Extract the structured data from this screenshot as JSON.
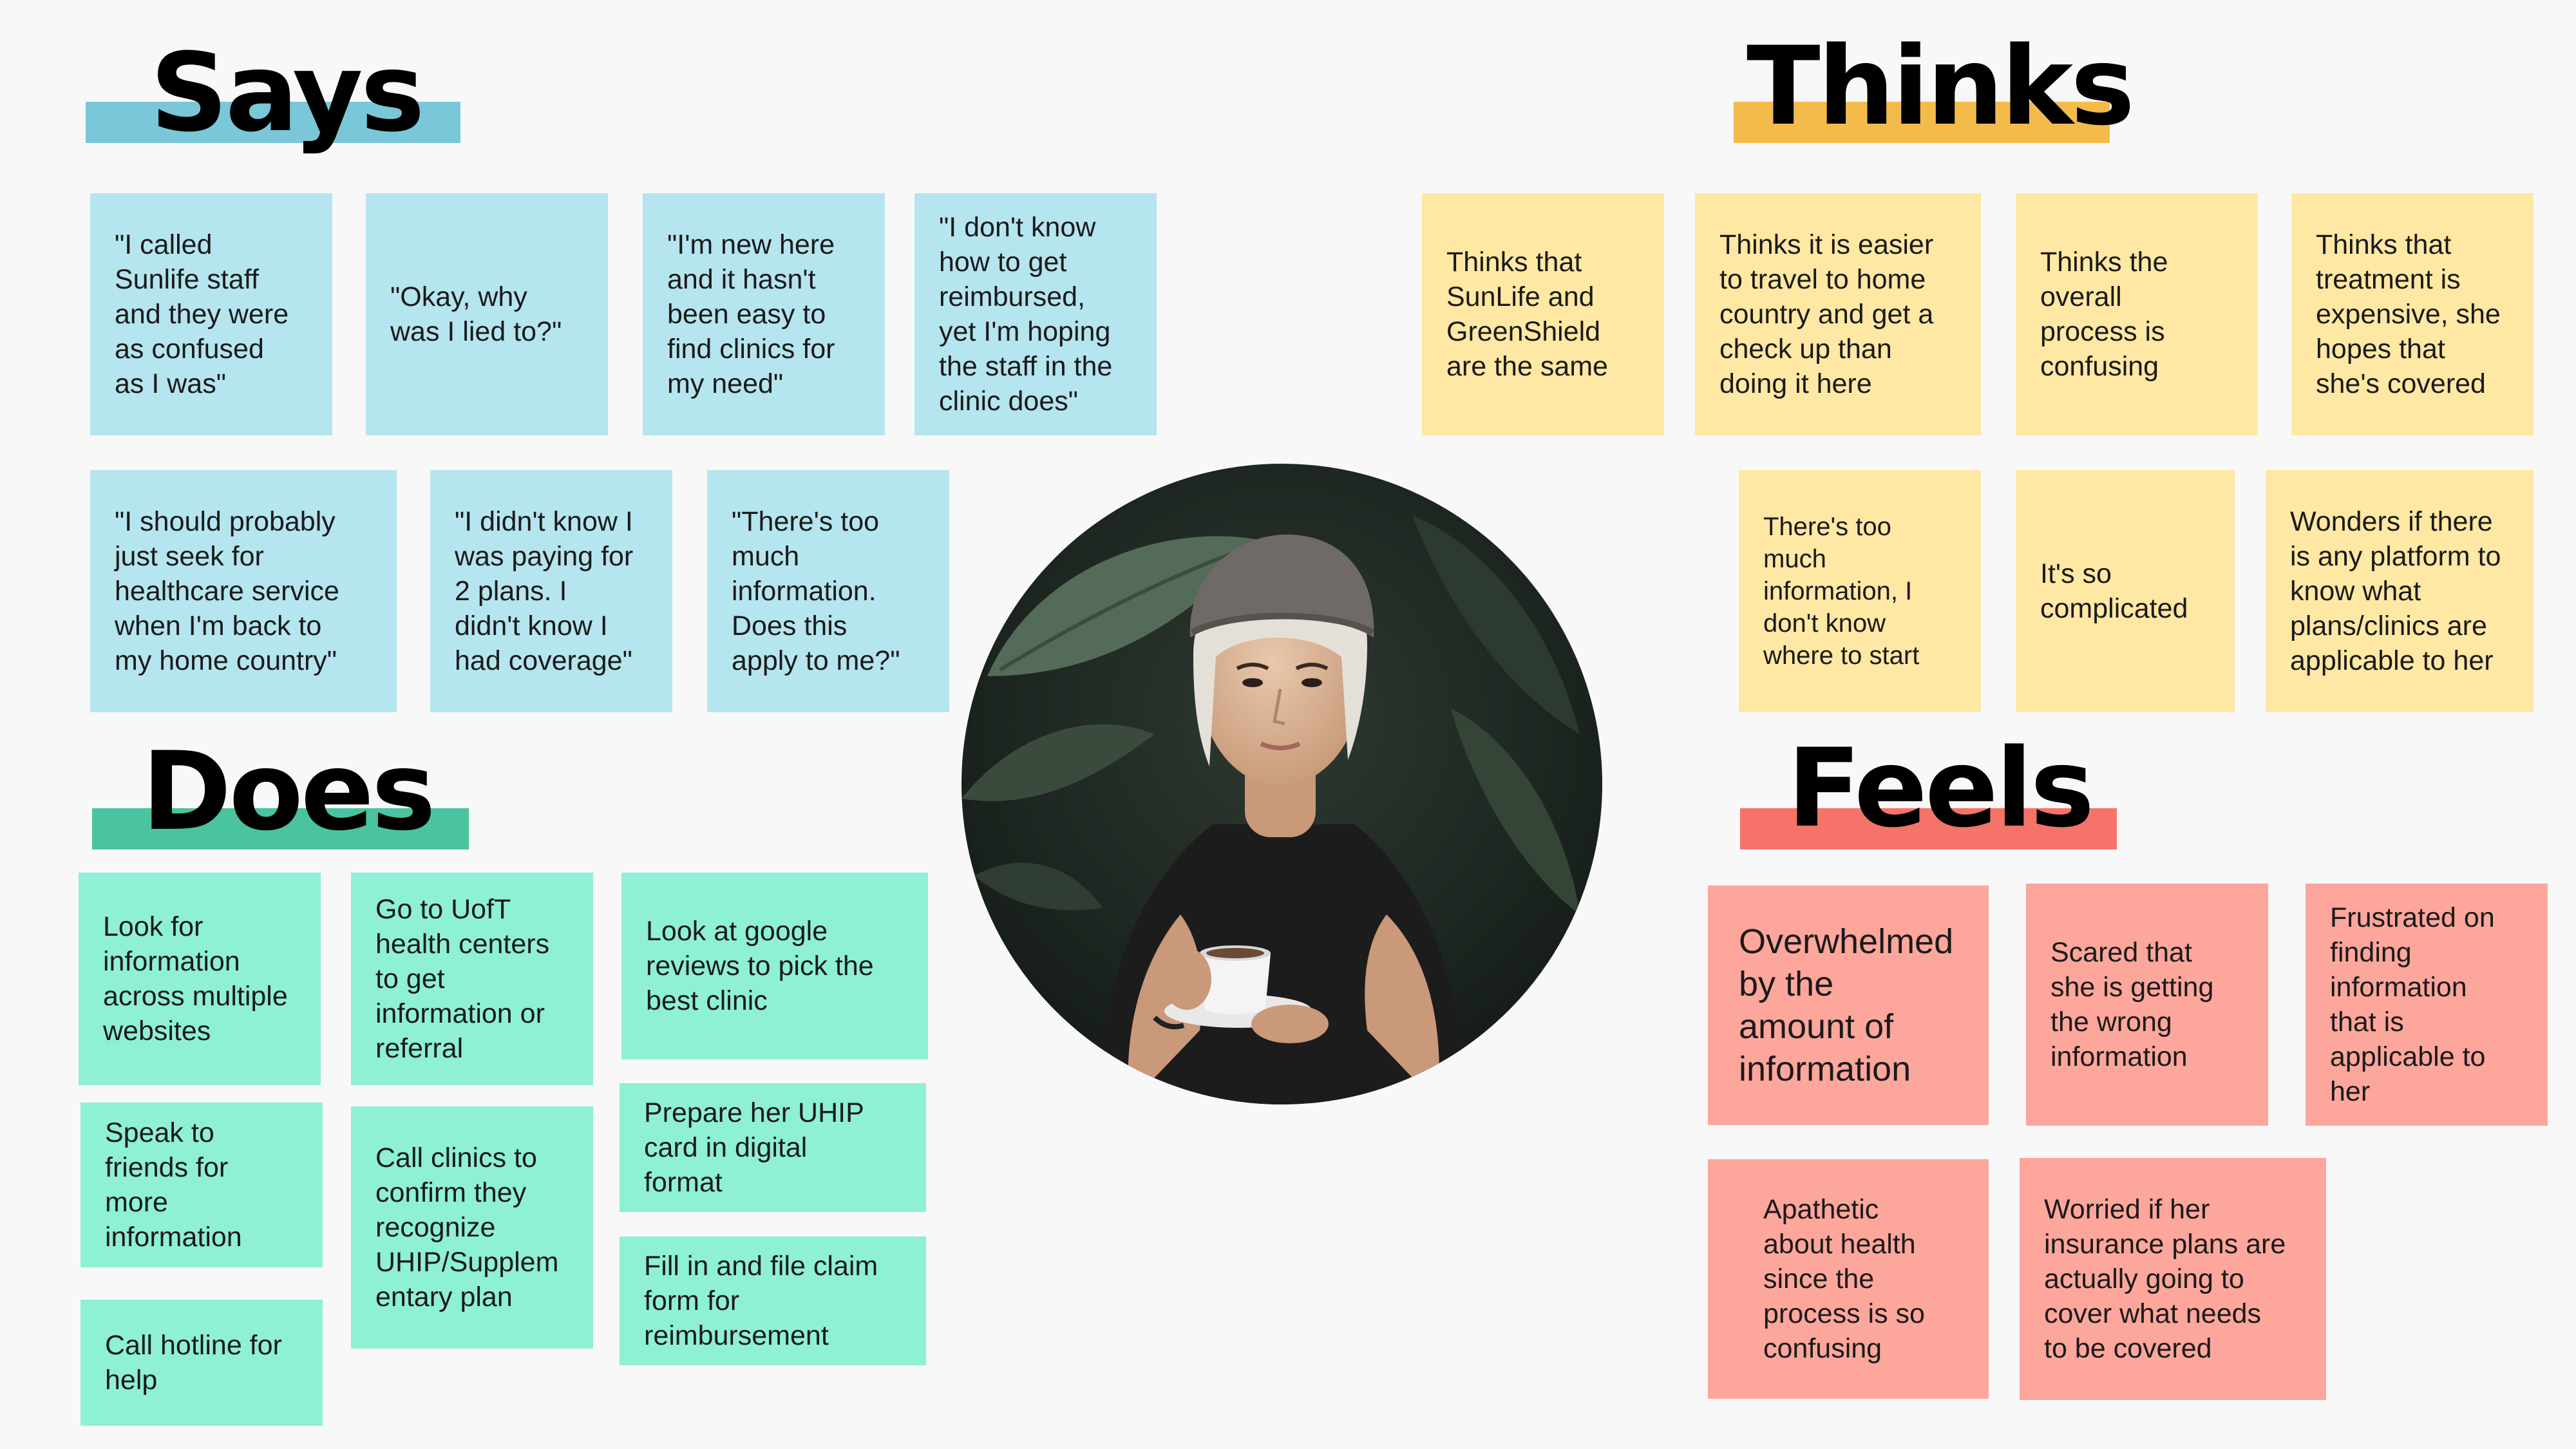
{
  "sections": {
    "says": {
      "title": "Says",
      "color": "#79c7d8",
      "notes": [
        "\"I called\nSunlife staff\nand they were\nas confused\nas I was\"",
        "\"Okay, why\nwas I lied to?\"",
        "\"I'm new here\nand it hasn't\nbeen easy to\nfind clinics for\nmy need\"",
        "\"I don't know\nhow to get\nreimbursed,\nyet I'm hoping\nthe staff in the\nclinic does\"",
        "\"I should probably\njust seek for\nhealthcare service\nwhen I'm back to\nmy home country\"",
        "\"I didn't know I\nwas paying for\n2 plans. I\ndidn't know I\nhad coverage\"",
        "\"There's too\nmuch\ninformation.\nDoes this\napply to me?\""
      ]
    },
    "thinks": {
      "title": "Thinks",
      "color": "#f3bb4a",
      "notes": [
        "Thinks  that\nSunLife and\nGreenShield\nare the same",
        "Thinks it is easier\nto travel to home\ncountry and get a\ncheck up than\ndoing it here",
        "Thinks the\noverall\nprocess is\nconfusing",
        "Thinks that\ntreatment is\nexpensive, she\nhopes that\nshe's covered",
        "There's too\nmuch\ninformation, I\ndon't know\nwhere to start",
        "It's so\ncomplicated",
        "Wonders if there\nis any platform to\nknow what\nplans/clinics are\napplicable to her"
      ]
    },
    "does": {
      "title": "Does",
      "color": "#49c3a0",
      "notes": [
        "Look for\ninformation\nacross multiple\nwebsites",
        "Go to UofT\nhealth centers\nto get\ninformation or\nreferral",
        "Look at google\nreviews to pick the\nbest clinic",
        "Speak to\nfriends for\nmore\ninformation",
        "Call clinics to\nconfirm they\nrecognize\nUHIP/Supplem\nentary plan",
        "Prepare her UHIP\ncard in digital\nformat",
        "Call hotline for\nhelp",
        "Fill in and file claim\nform for\nreimbursement"
      ]
    },
    "feels": {
      "title": "Feels",
      "color": "#f57369",
      "notes": [
        "Overwhelmed\nby the\namount of\ninformation",
        "Scared that\nshe is getting\nthe wrong\ninformation",
        "Frustrated on\nfinding\ninformation\nthat is\napplicable to\nher",
        "Apathetic\nabout health\nsince the\nprocess is so\nconfusing",
        "Worried if her\ninsurance plans are\nactually going to\ncover what needs\nto be covered"
      ]
    }
  },
  "persona": {
    "image": "photo-of-young-woman-with-beanie-holding-coffee-cup"
  }
}
